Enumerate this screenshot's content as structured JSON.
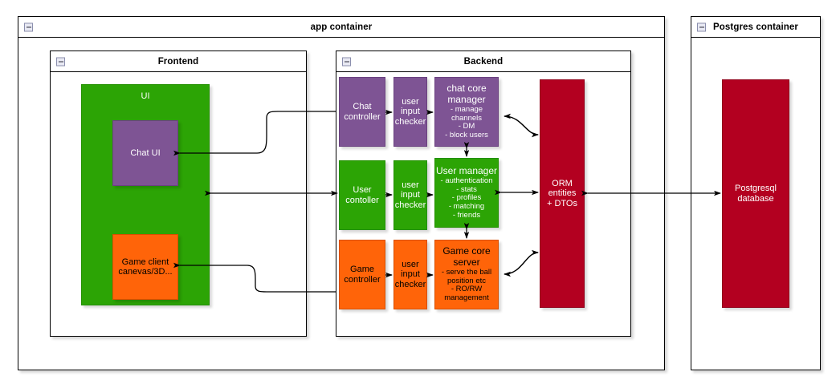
{
  "diagram": {
    "title": "application architecture container diagram",
    "colors": {
      "purple": "#7E5494",
      "green": "#2CA405",
      "orange": "#FF6409",
      "darkred": "#B30020",
      "border": "#000000",
      "background": "#FFFFFF"
    }
  },
  "containers": {
    "app": {
      "title": "app container",
      "collapse_icon": "minus-box-icon"
    },
    "postgres": {
      "title": "Postgres container",
      "collapse_icon": "minus-box-icon"
    },
    "frontend": {
      "title": "Frontend",
      "collapse_icon": "minus-box-icon"
    },
    "backend": {
      "title": "Backend",
      "collapse_icon": "minus-box-icon"
    }
  },
  "frontend": {
    "ui": {
      "label": "UI"
    },
    "chat_ui": {
      "label": "Chat UI"
    },
    "game_client": {
      "line1": "Game client",
      "line2": "canevas/3D..."
    }
  },
  "backend": {
    "chat_controller": {
      "line1": "Chat",
      "line2": "controller"
    },
    "chat_input_checker": {
      "line1": "user",
      "line2": "input",
      "line3": "checker"
    },
    "chat_core_manager": {
      "line1": "chat core",
      "line2": "manager",
      "details": "- manage channels\n- DM\n- block users"
    },
    "user_controller": {
      "line1": "User",
      "line2": "contoller"
    },
    "user_input_checker": {
      "line1": "user",
      "line2": "input",
      "line3": "checker"
    },
    "user_manager": {
      "line1": "User manager",
      "details": "- authentication\n- stats\n- profiles\n- matching\n- friends"
    },
    "game_controller": {
      "line1": "Game",
      "line2": "controller"
    },
    "game_input_checker": {
      "line1": "user",
      "line2": "input",
      "line3": "checker"
    },
    "game_core_server": {
      "line1": "Game core",
      "line2": "server",
      "details": "- serve the ball\nposition etc\n- RO/RW\nmanagement"
    },
    "orm": {
      "line1": "ORM",
      "line2": "entities",
      "line3": "+ DTOs"
    }
  },
  "postgres": {
    "database": {
      "line1": "Postgresql",
      "line2": "database"
    }
  },
  "connections": [
    {
      "name": "chat-controller-to-input-checker",
      "from": "Chat controller",
      "to": "user input checker",
      "direction": "one-way"
    },
    {
      "name": "chat-input-checker-to-core-manager",
      "from": "user input checker",
      "to": "chat core manager",
      "direction": "one-way"
    },
    {
      "name": "chat-core-manager-to-orm",
      "from": "chat core manager",
      "to": "ORM entities + DTOs",
      "direction": "two-way-curved"
    },
    {
      "name": "user-controller-to-input-checker",
      "from": "User contoller",
      "to": "user input checker",
      "direction": "one-way"
    },
    {
      "name": "user-input-checker-to-manager",
      "from": "user input checker",
      "to": "User manager",
      "direction": "one-way"
    },
    {
      "name": "user-manager-to-orm",
      "from": "User manager",
      "to": "ORM entities + DTOs",
      "direction": "two-way"
    },
    {
      "name": "game-controller-to-input-checker",
      "from": "Game controller",
      "to": "user input checker",
      "direction": "one-way"
    },
    {
      "name": "game-input-checker-to-core-server",
      "from": "user input checker",
      "to": "Game core server",
      "direction": "one-way"
    },
    {
      "name": "game-core-server-to-orm",
      "from": "Game core server",
      "to": "ORM entities + DTOs",
      "direction": "two-way-curved"
    },
    {
      "name": "chat-core-manager-to-user-manager",
      "from": "chat core manager",
      "to": "User manager",
      "direction": "two-way-vertical"
    },
    {
      "name": "user-manager-to-game-core-server",
      "from": "User manager",
      "to": "Game core server",
      "direction": "two-way-vertical"
    },
    {
      "name": "chat-controller-to-chat-ui",
      "from": "Chat controller",
      "to": "Chat UI",
      "direction": "one-way-curved"
    },
    {
      "name": "ui-to-user-controller",
      "from": "UI",
      "to": "User contoller",
      "direction": "two-way"
    },
    {
      "name": "game-controller-to-game-client",
      "from": "Game controller",
      "to": "Game client canevas/3D...",
      "direction": "one-way-curved"
    },
    {
      "name": "orm-to-postgres-database",
      "from": "ORM entities + DTOs",
      "to": "Postgresql database",
      "direction": "two-way"
    }
  ]
}
